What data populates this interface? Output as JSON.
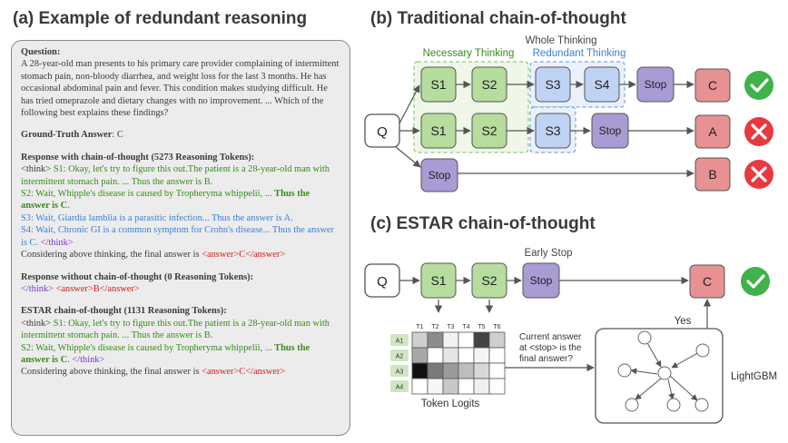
{
  "panel_a": {
    "title": "(a) Example of redundant reasoning",
    "question_label": "Question:",
    "question_text": "A 28-year-old man presents to his primary care provider complaining of intermittent stomach pain, non-bloody diarrhea, and weight loss for the last 3 months. He has occasional abdominal pain and fever. This condition makes studying difficult. He has tried omeprazole and dietary changes with no improvement. ... Which of the following best explains these findings?",
    "gt_label": "Ground-Truth Answer",
    "gt_value": ": C",
    "resp_cot_heading": "Response with chain-of-thought (5273 Reasoning Tokens):",
    "think_open": "<think>",
    "s1_text": " S1: Okay, let's try to figure this out.The patient is a 28-year-old man with intermittent stomach pain. ... Thus the answer is B.",
    "s2_text": "S2: Wait, Whipple's disease is caused by Tropheryma whippelii, ... ",
    "s2_bold": "Thus the answer is C",
    "period": ".",
    "s3_text": "S3: Wait, Giardia lamblia is a parasitic infection... Thus the answer is A.",
    "s4_text": "S4: Wait, Chronic GI is a common symptom for Crohn's disease... Thus the answer is C. ",
    "think_close": "</think>",
    "considering_text": "Considering above thinking, the final answer is ",
    "answer_c": "<answer>C</answer>",
    "resp_nocot_heading": "Response without chain-of-thought (0 Reasoning Tokens):",
    "answer_b": "<answer>B</answer>",
    "estar_heading": "ESTAR chain-of-thought (1131 Reasoning Tokens):",
    "estar_s1_text": " S1: Okay, let's try to figure this out.The patient is a 28-year-old man with intermittent stomach pain. ... Thus the answer is B.",
    "estar_s2_text": "S2: Wait, Whipple's disease is caused by Tropheryma whippelii, ... ",
    "estar_s2_bold": "Thus the answer is C",
    "estar_period": ". "
  },
  "panel_b": {
    "title": "(b) Traditional chain-of-thought",
    "whole_thinking": "Whole Thinking",
    "necessary_thinking": "Necessary Thinking",
    "redundant_thinking": "Redundant Thinking",
    "q": "Q",
    "s1": "S1",
    "s2": "S2",
    "s3": "S3",
    "s4": "S4",
    "stop": "Stop",
    "ans_row1": "C",
    "ans_row2": "A",
    "ans_row3": "B",
    "row1_correct": true,
    "row2_correct": false,
    "row3_correct": false
  },
  "panel_c": {
    "title": "(c) ESTAR chain-of-thought",
    "early_stop": "Early Stop",
    "q": "Q",
    "s1": "S1",
    "s2": "S2",
    "stop": "Stop",
    "answer": "C",
    "t_labels": [
      "T1",
      "T2",
      "T3",
      "T4",
      "T5",
      "T6"
    ],
    "a_labels": [
      "A1",
      "A2",
      "A3",
      "A4"
    ],
    "token_logits": "Token Logits",
    "question_text": "Current answer at <stop> is the final answer?",
    "yes": "Yes",
    "lightgbm": "LightGBM",
    "heatmap_shades": [
      [
        "#cfcfcf",
        "#8c8c8c",
        "#f2f2f2",
        "#ffffff",
        "#444444",
        "#cfcfcf"
      ],
      [
        "#a8a8a8",
        "#ffffff",
        "#e6e6e6",
        "#ffffff",
        "#f5f5f5",
        "#ffffff"
      ],
      [
        "#111111",
        "#7a7a7a",
        "#9a9a9a",
        "#bdbdbd",
        "#d8d8d8",
        "#ffffff"
      ],
      [
        "#ffffff",
        "#f7f7f7",
        "#c8c8c8",
        "#ffffff",
        "#f0f0f0",
        "#ffffff"
      ]
    ]
  },
  "colors": {
    "green_box": "#b6dc9e",
    "blue_box": "#bfd3f4",
    "purple_box": "#a99bd4",
    "red_box": "#e79192",
    "correct": "#3fb24a",
    "wrong": "#e7393f"
  }
}
